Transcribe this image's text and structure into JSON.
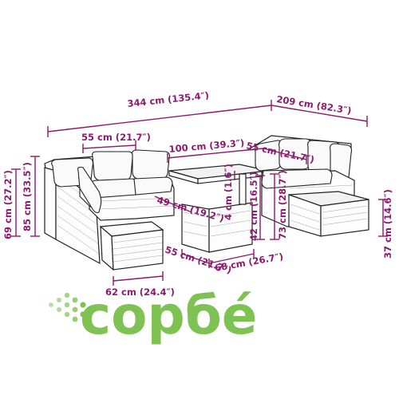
{
  "dimensions": {
    "total_width": "344 cm (135.4″)",
    "total_depth": "209 cm (82.3″)",
    "seat_width_left": "55 cm (21.7″)",
    "seat_width_right": "55 cm (21.7″)",
    "table_length": "100 cm (39.3″)",
    "sofa_height": "69 cm (27.2″)",
    "back_height": "85 cm (33.5″)",
    "seat_depth": "49 cm (19.2″)",
    "table_top_thickness": "4 cm (1.6″)",
    "table_leg_gap": "42 cm (16.5″)",
    "table_height": "73 cm (28.7″)",
    "footstool_height": "37 cm (14.6″)",
    "table_width": "55 cm (21.7″)",
    "table_depth": "68 cm (26.7″)",
    "footstool_width": "62 cm (24.4″)"
  },
  "logo": {
    "brand": "copбé",
    "colors": {
      "primary": "#7dc252",
      "dots": "#7dc252"
    }
  },
  "colors": {
    "dimension": "#8a1a6d",
    "outline": "#222222"
  }
}
